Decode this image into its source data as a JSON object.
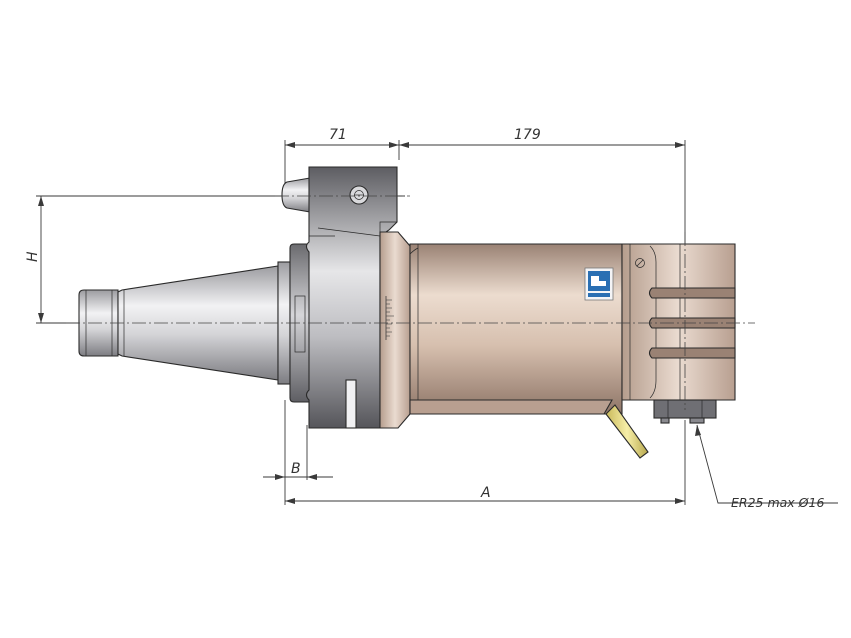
{
  "dimensions": {
    "width_71": "71",
    "width_179": "179",
    "height_H": "H",
    "offset_B": "B",
    "length_A": "A"
  },
  "callout": {
    "collet": "ER25 max Ø16"
  },
  "colors": {
    "shank_steel": "#c9c9cc",
    "clamp_block": "#8c8c90",
    "body_bronze": "#d8c3b3",
    "body_shadow": "#a99283",
    "coolant_tube": "#e9dd8a",
    "logo_blue": "#2a6fb3"
  }
}
